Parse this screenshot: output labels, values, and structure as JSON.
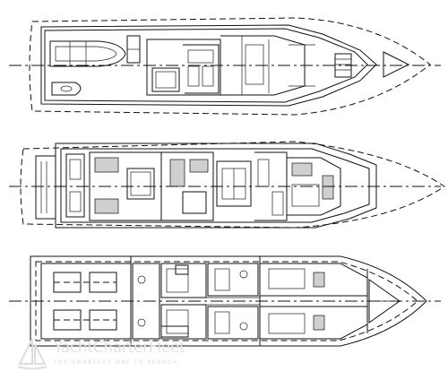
{
  "figure": {
    "views": [
      {
        "id": "upper-deck",
        "label": ""
      },
      {
        "id": "main-deck",
        "label": ""
      },
      {
        "id": "lower-deck",
        "label": ""
      }
    ]
  },
  "watermark": {
    "brand": "YachtCharterFleet",
    "tagline": "THE SMARTEST WAY TO SEARCH",
    "color": "#e2e2e2"
  },
  "colors": {
    "line": "#111111",
    "background": "#ffffff",
    "hatch": "#cfcfcf"
  }
}
